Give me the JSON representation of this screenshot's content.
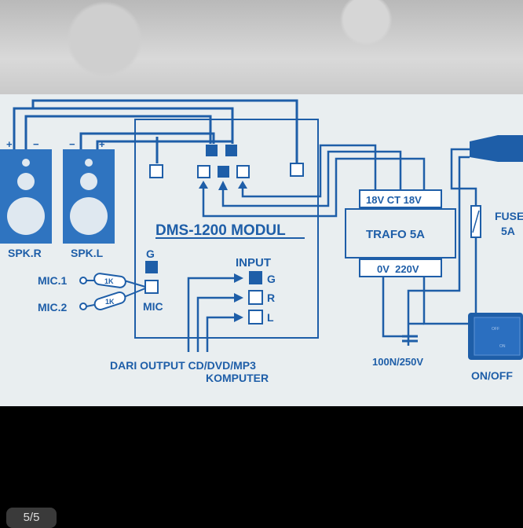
{
  "labels": {
    "spk_r": "SPK.R",
    "spk_l": "SPK.L",
    "plus": "+",
    "minus": "−",
    "module_title": "DMS-1200 MODUL",
    "g_top": "G",
    "mic": "MIC",
    "mic1": "MIC.1",
    "mic2": "MIC.2",
    "res1": "1K",
    "res2": "1K",
    "input": "INPUT",
    "in_g": "G",
    "in_r": "R",
    "in_l": "L",
    "dari_output": "DARI OUTPUT CD/DVD/MP3",
    "komputer": "KOMPUTER",
    "trafo_top": "18V CT 18V",
    "trafo": "TRAFO 5A",
    "trafo_bottom": "0V  220V",
    "fuse": "FUSE",
    "fuse_rating": "5A",
    "capacitor": "100N/250V",
    "switch": "ON/OFF",
    "switch_off": "OFF",
    "switch_on": "ON"
  },
  "page_indicator": "5/5",
  "colors": {
    "line": "#1e5ea8",
    "board": "#e9eef0",
    "speaker": "#2f74c0"
  }
}
